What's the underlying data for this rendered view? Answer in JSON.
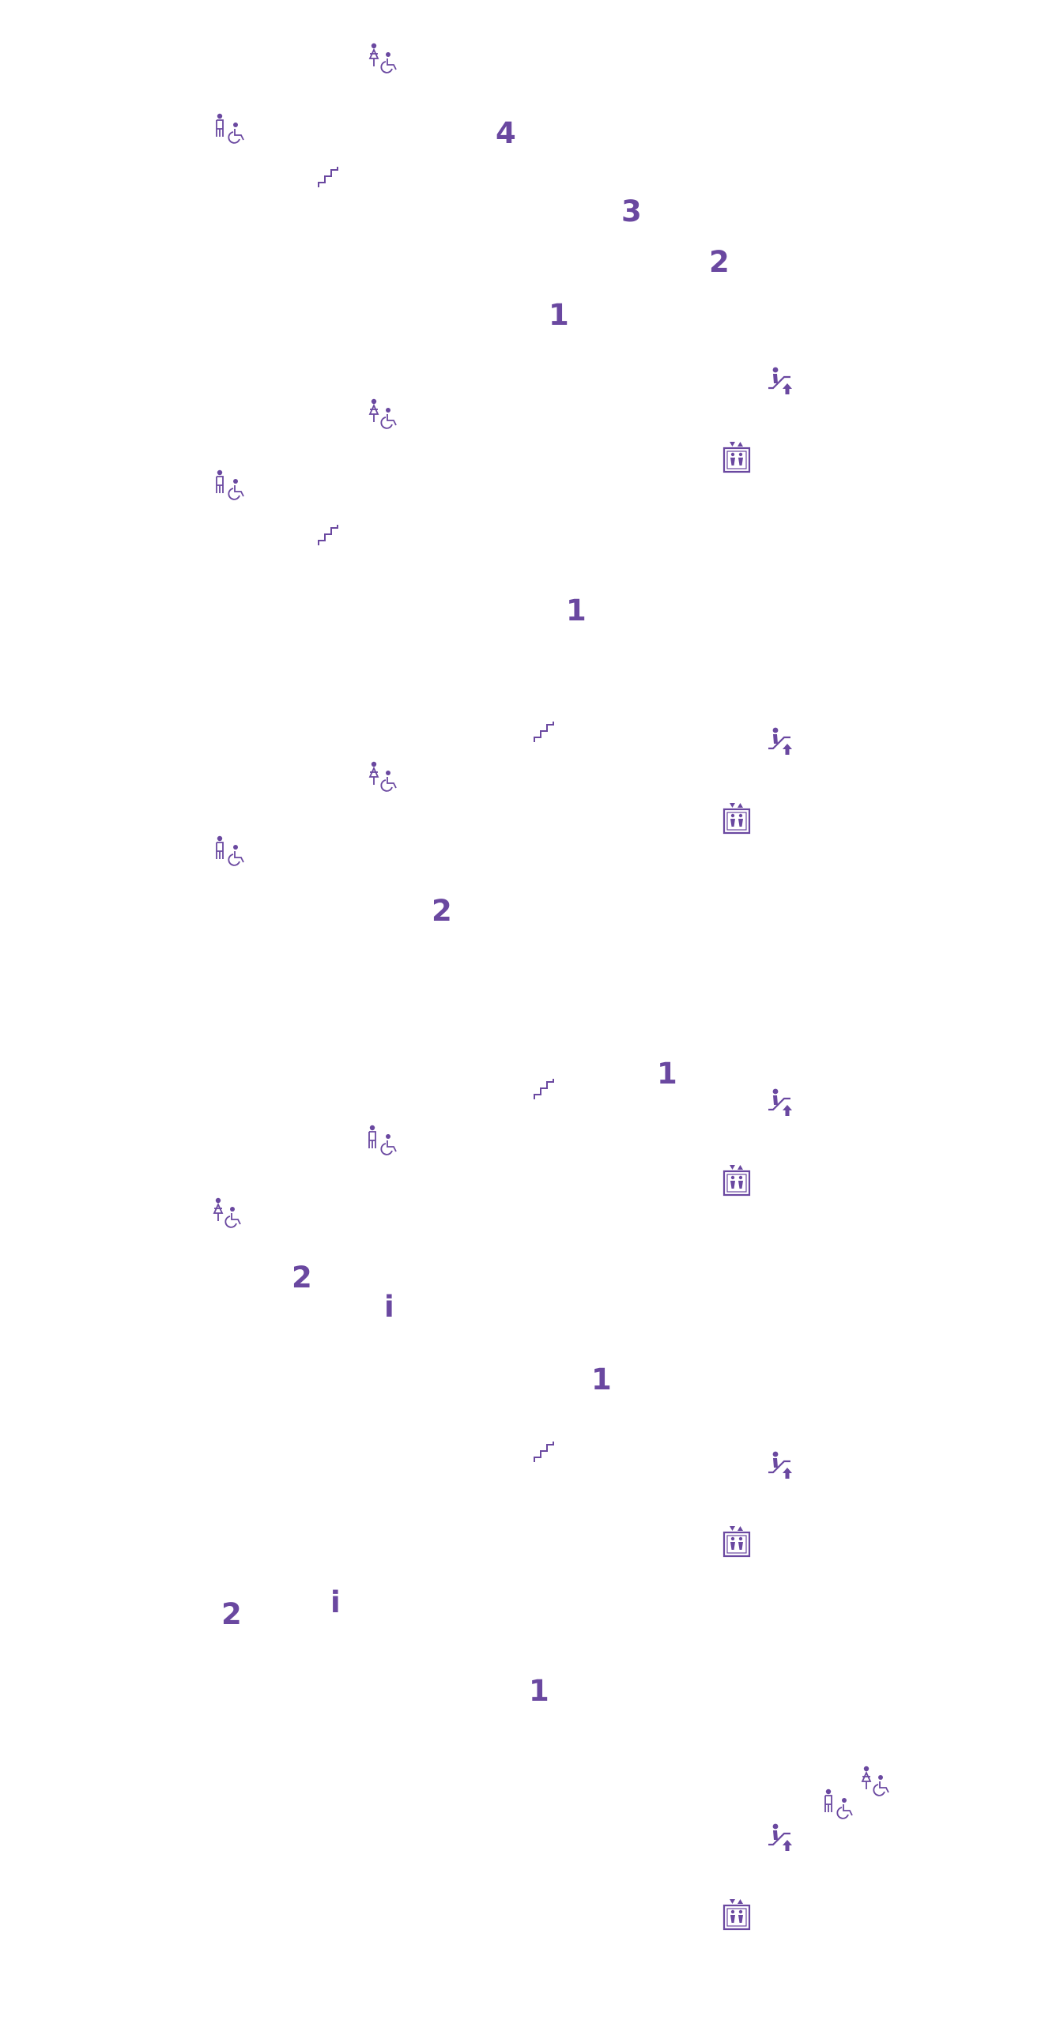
{
  "accent_color": "#6a48a0",
  "map": {
    "labels": [
      {
        "text": "4",
        "kind": "level-number"
      },
      {
        "text": "3",
        "kind": "level-number"
      },
      {
        "text": "2",
        "kind": "level-number"
      },
      {
        "text": "1",
        "kind": "level-number"
      },
      {
        "text": "1",
        "kind": "level-number"
      },
      {
        "text": "2",
        "kind": "level-number"
      },
      {
        "text": "1",
        "kind": "level-number"
      },
      {
        "text": "2",
        "kind": "level-number"
      },
      {
        "text": "i",
        "kind": "info-point"
      },
      {
        "text": "1",
        "kind": "level-number"
      },
      {
        "text": "2",
        "kind": "level-number"
      },
      {
        "text": "i",
        "kind": "info-point"
      },
      {
        "text": "1",
        "kind": "level-number"
      }
    ],
    "icons": [
      "womens-accessible-toilet-icon",
      "mens-accessible-toilet-icon",
      "stairs-icon",
      "escalator-up-icon",
      "womens-accessible-toilet-icon",
      "elevator-icon",
      "mens-accessible-toilet-icon",
      "stairs-icon",
      "stairs-icon",
      "escalator-up-icon",
      "womens-accessible-toilet-icon",
      "elevator-icon",
      "mens-accessible-toilet-icon",
      "stairs-icon",
      "escalator-up-icon",
      "mens-accessible-toilet-icon",
      "elevator-icon",
      "womens-accessible-toilet-icon",
      "stairs-icon",
      "escalator-up-icon",
      "elevator-icon",
      "womens-accessible-toilet-icon",
      "mens-accessible-toilet-icon",
      "escalator-up-icon",
      "elevator-icon"
    ]
  }
}
